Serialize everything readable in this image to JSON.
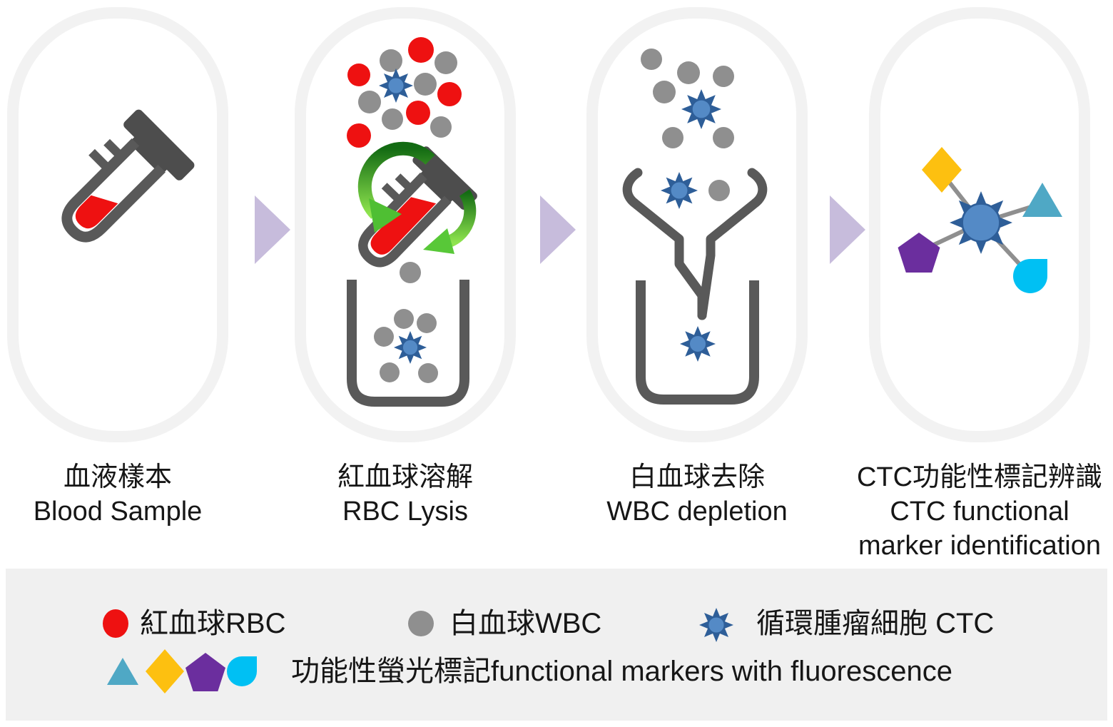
{
  "figure": {
    "description_labels_only": "CTC isolation workflow diagram",
    "steps": [
      {
        "id": "blood-sample",
        "lines": [
          "血液樣本",
          "Blood Sample",
          ""
        ]
      },
      {
        "id": "rbc-lysis",
        "lines": [
          "紅血球溶解",
          "RBC Lysis",
          ""
        ]
      },
      {
        "id": "wbc-depletion",
        "lines": [
          "白血球去除",
          "WBC depletion",
          ""
        ]
      },
      {
        "id": "ctc-identification",
        "lines": [
          "CTC功能性標記辨識",
          "CTC functional",
          "marker identification"
        ]
      }
    ]
  },
  "legend": {
    "items": [
      {
        "swatch": "rbc-red-circle",
        "label": "紅血球RBC"
      },
      {
        "swatch": "wbc-gray-circle",
        "label": "白血球WBC"
      },
      {
        "swatch": "ctc-blue-star",
        "label": "循環腫瘤細胞 CTC"
      },
      {
        "swatch": "fluorescent-marker-shapes",
        "label": "功能性螢光標記functional markers with fluorescence"
      }
    ],
    "marker_shapes": [
      "teal-triangle",
      "yellow-diamond",
      "purple-pentagon",
      "cyan-droplet"
    ]
  },
  "colors": {
    "rbc_red": "#ee1111",
    "wbc_gray": "#8f8f8f",
    "ctc_star_blue": "#2e5e98",
    "ctc_center_blue": "#548ac6",
    "glassware_gray": "#595959",
    "tube_cap_gray": "#4d4d4d",
    "flow_arrow_lavender": "#c7bcdc",
    "lysis_green_dark": "#136b13",
    "lysis_green_light": "#8fe44f",
    "marker_yellow": "#fdc010",
    "marker_teal": "#4fa8c5",
    "marker_purple": "#6b2e9e",
    "marker_cyan": "#00c0f3",
    "connector_gray": "#8f8f8f",
    "panel_border": "#f2f2f2",
    "legend_background": "#f0f0f0"
  }
}
